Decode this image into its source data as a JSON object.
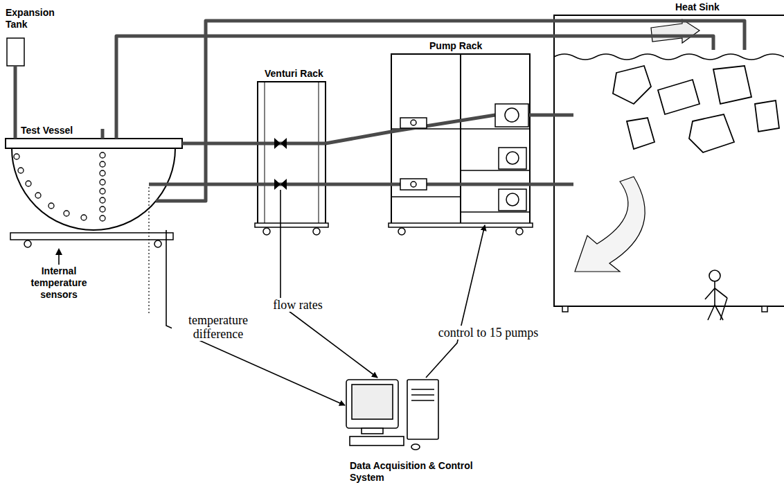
{
  "diagram": {
    "nodes": [
      {
        "text": [
          "Expansion Tank"
        ]
      },
      {
        "text": [
          "Test Vessel"
        ]
      },
      {
        "text": [
          "Venturi Rack"
        ]
      },
      {
        "text": [
          "Pump Rack"
        ]
      },
      {
        "text": [
          "Heat Sink"
        ]
      },
      {
        "text": [
          "Data Acquisition & Control System"
        ]
      }
    ],
    "edges": [
      {
        "from": 0,
        "to": 1,
        "arrow": "none"
      },
      {
        "from": 1,
        "to": 4,
        "arrow": "none"
      },
      {
        "from": 1,
        "to": 4,
        "arrow": "none"
      },
      {
        "from": 1,
        "to": 2,
        "arrow": "none"
      },
      {
        "from": 1,
        "to": 2,
        "arrow": "none"
      },
      {
        "from": 2,
        "to": 3,
        "arrow": "none"
      },
      {
        "from": 2,
        "to": 3,
        "arrow": "none"
      },
      {
        "from": 3,
        "to": 4,
        "arrow": "none"
      },
      {
        "from": 3,
        "to": 4,
        "arrow": "none"
      },
      {
        "from": 2,
        "to": 5,
        "label": "flow rates",
        "arrow": "to"
      },
      {
        "from": 1,
        "to": 5,
        "label": "temperature difference",
        "arrow": "to"
      },
      {
        "from": 5,
        "to": 3,
        "label": "control to 15 pumps",
        "arrow": "to"
      }
    ],
    "labels": [
      "Internal temperature sensors"
    ]
  }
}
